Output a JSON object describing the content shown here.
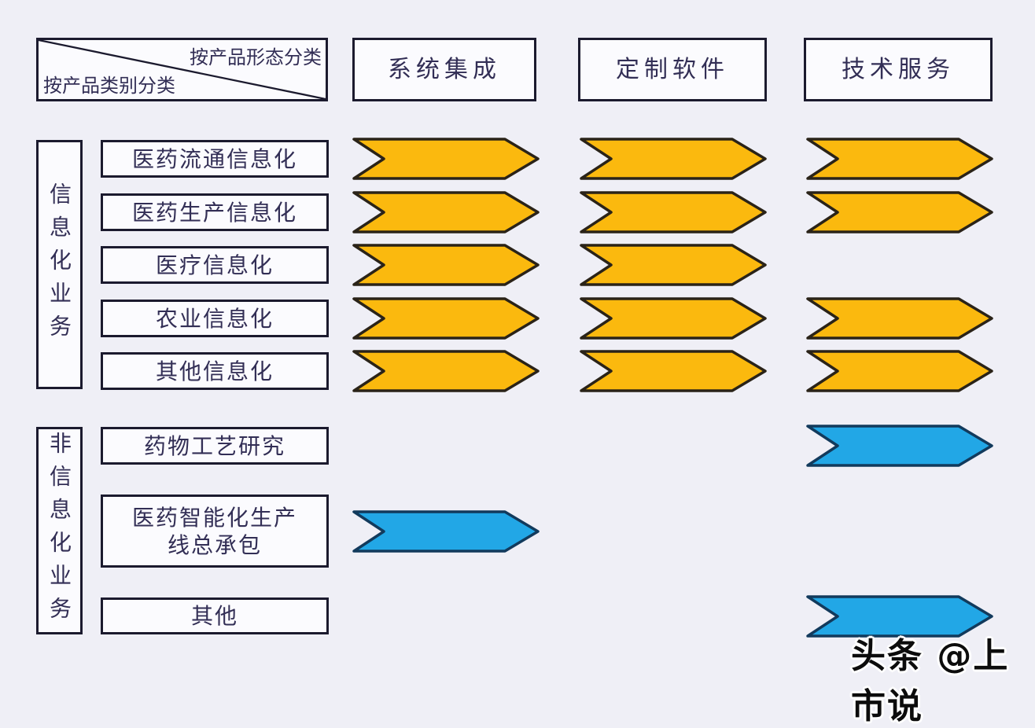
{
  "corner": {
    "top_label": "按产品形态分类",
    "bottom_label": "按产品类别分类"
  },
  "columns": [
    {
      "label": "系统集成"
    },
    {
      "label": "定制软件"
    },
    {
      "label": "技术服务"
    }
  ],
  "groups": [
    {
      "label": "信息化业务"
    },
    {
      "label": "非信息化业务"
    }
  ],
  "rows": [
    {
      "label": "医药流通信息化",
      "group": 0,
      "arrow_color": "yellow",
      "cells": [
        1,
        1,
        1
      ]
    },
    {
      "label": "医药生产信息化",
      "group": 0,
      "arrow_color": "yellow",
      "cells": [
        1,
        1,
        1
      ]
    },
    {
      "label": "医疗信息化",
      "group": 0,
      "arrow_color": "yellow",
      "cells": [
        1,
        1,
        0
      ]
    },
    {
      "label": "农业信息化",
      "group": 0,
      "arrow_color": "yellow",
      "cells": [
        1,
        1,
        1
      ]
    },
    {
      "label": "其他信息化",
      "group": 0,
      "arrow_color": "yellow",
      "cells": [
        1,
        1,
        1
      ]
    },
    {
      "label": "药物工艺研究",
      "group": 1,
      "arrow_color": "blue",
      "cells": [
        0,
        0,
        1
      ]
    },
    {
      "label": "医药智能化生产\n线总承包",
      "group": 1,
      "arrow_color": "blue",
      "cells": [
        1,
        0,
        0
      ]
    },
    {
      "label": "其他",
      "group": 1,
      "arrow_color": "blue",
      "cells": [
        0,
        0,
        1
      ]
    }
  ],
  "colors": {
    "background": "#EFEFF6",
    "border": "#1B1A2E",
    "text": "#322E55",
    "yellow": "#FBB90E",
    "yellow_stroke": "#2A2318",
    "blue": "#22A7E6",
    "blue_stroke": "#123A5C"
  },
  "watermark": {
    "text": "头条 @上市说"
  }
}
